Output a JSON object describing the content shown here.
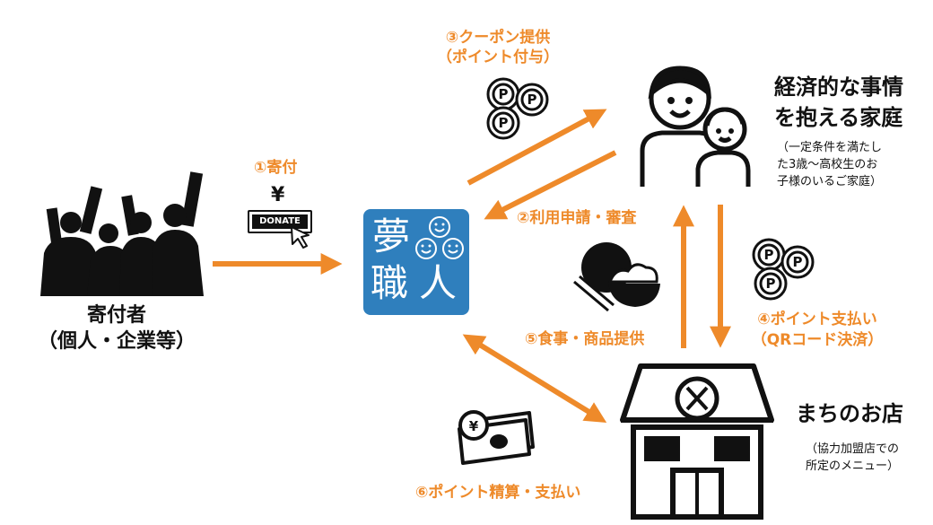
{
  "colors": {
    "arrow": "#ee8a2a",
    "logo_bg": "#2f7fbd",
    "icon": "#111111"
  },
  "donors": {
    "title": "寄付者",
    "subtitle": "（個人・企業等）"
  },
  "donation": {
    "label": "①寄付",
    "yen": "¥",
    "donate_button": "DONATE"
  },
  "logo": {
    "char1": "夢",
    "char2": "職",
    "char3": "人"
  },
  "coupon": {
    "line1": "③クーポン提供",
    "line2": "（ポイント付与）"
  },
  "apply": {
    "label": "②利用申請・審査"
  },
  "family": {
    "title_line1": "経済的な事情",
    "title_line2": "を抱える家庭",
    "note_line1": "（一定条件を満たし",
    "note_line2": "た3歳～高校生のお",
    "note_line3": "子様のいるご家庭）"
  },
  "meal": {
    "label": "⑤食事・商品提供"
  },
  "payment": {
    "line1": "④ポイント支払い",
    "line2": "（QRコード決済）"
  },
  "shop": {
    "title": "まちのお店",
    "note_line1": "（協力加盟店での",
    "note_line2": "所定のメニュー）"
  },
  "settlement": {
    "label": "⑥ポイント精算・支払い"
  },
  "coin_letter": "P",
  "icons": [
    "donor-crowd-icon",
    "donate-button-icon",
    "coins-icon",
    "family-icon",
    "rice-bowl-icon",
    "shop-icon",
    "money-icon"
  ]
}
